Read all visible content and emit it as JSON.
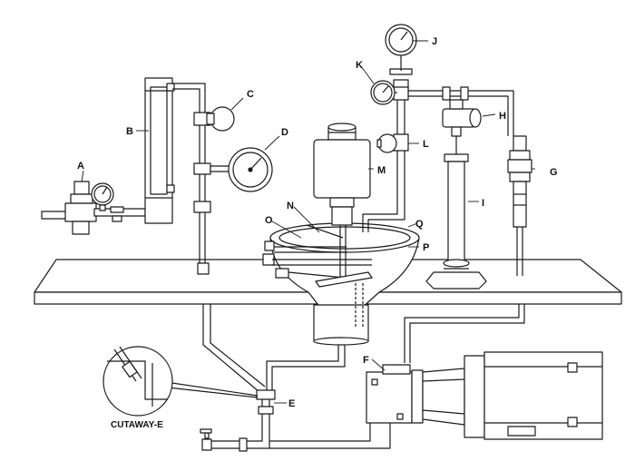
{
  "labels": {
    "A": "A",
    "B": "B",
    "C": "C",
    "D": "D",
    "E": "E",
    "F": "F",
    "G": "G",
    "H": "H",
    "I": "I",
    "J": "J",
    "K": "K",
    "L": "L",
    "M": "M",
    "N": "N",
    "O": "O",
    "P": "P",
    "Q": "Q"
  },
  "cutaway_label": "CUTAWAY-E",
  "colors": {
    "stroke": "#1a1a1a",
    "fill": "#ffffff",
    "shade": "#d9d9d9"
  }
}
